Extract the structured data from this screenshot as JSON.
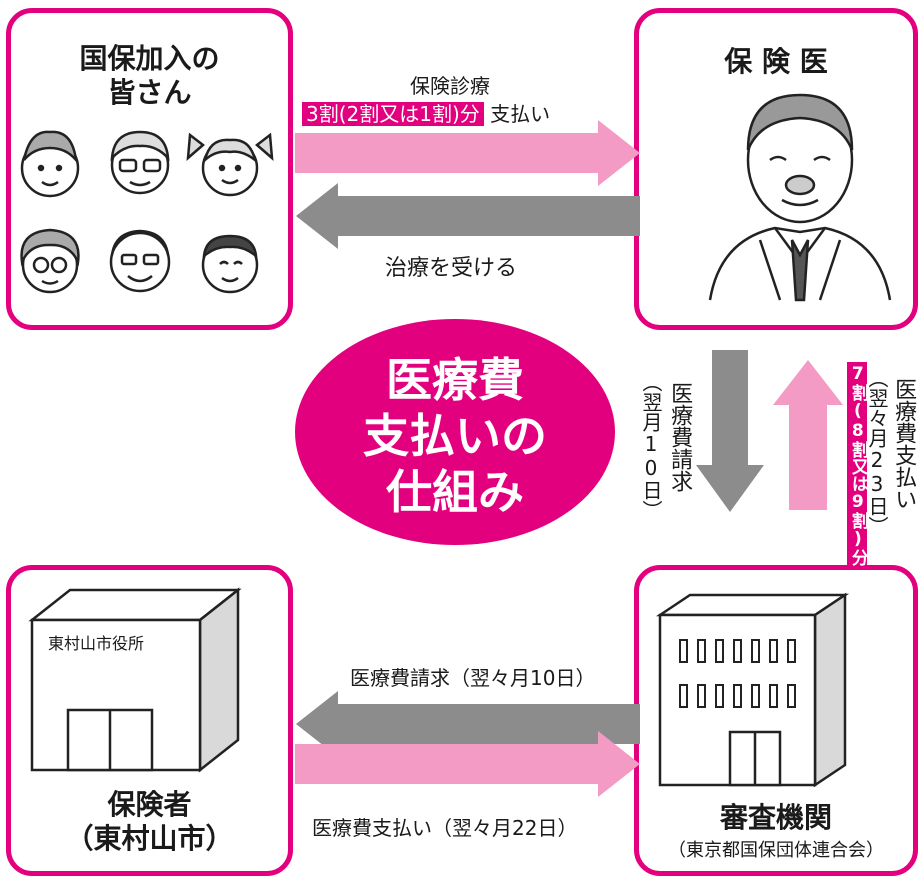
{
  "center_title": [
    "医療費",
    "支払いの",
    "仕組み"
  ],
  "members": {
    "title_line1": "国保加入の",
    "title_line2": "皆さん"
  },
  "doctor": {
    "title": "保 険 医"
  },
  "insurer": {
    "building_sign": "東村山市役所",
    "title_line1": "保険者",
    "title_line2": "（東村山市）"
  },
  "review": {
    "title": "審査機関",
    "subtitle": "（東京都国保団体連合会）"
  },
  "arrows": {
    "top_label": "保険診療",
    "top_highlight": "3割(2割又は1割)分",
    "top_suffix": "支払い",
    "treatment": "治療を受ける",
    "right_down_main": "医療費請求",
    "right_down_paren": "（翌月10日）",
    "right_up_main": "医療費支払い",
    "right_up_paren": "（翌々月23日）",
    "right_up_highlight": "7割(8割又は9割)分",
    "bottom_claim": "医療費請求（翌々月10日）",
    "bottom_pay": "医療費支払い（翌々月22日）"
  },
  "colors": {
    "accent": "#e3007f",
    "pink_arrow": "#f39ac5",
    "gray_arrow": "#8c8c8c"
  }
}
